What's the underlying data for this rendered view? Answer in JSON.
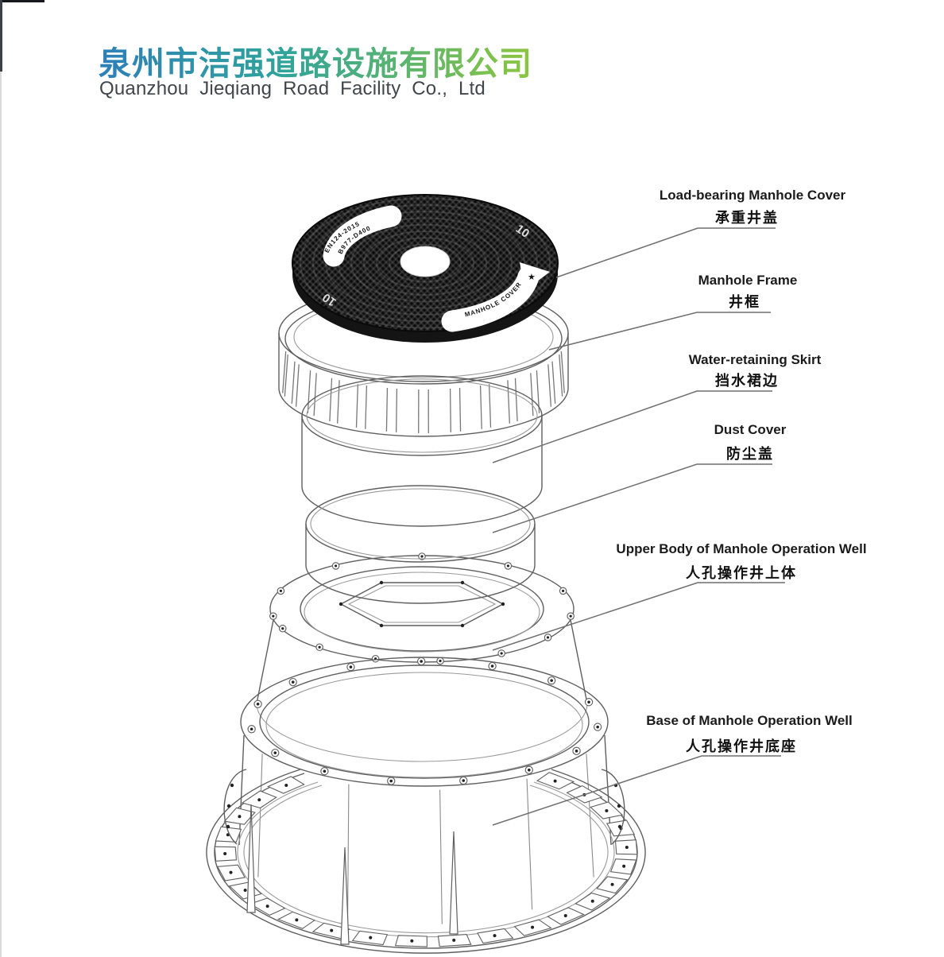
{
  "header": {
    "company_cn": "泉州市洁强道路设施有限公司",
    "company_en": "Quanzhou Jieqiang Road Facility Co., Ltd",
    "gradient": {
      "start": "#2E7FB8",
      "mid": "#2FA39B",
      "end": "#8CC63F"
    },
    "english_color": "#41464a"
  },
  "diagram": {
    "stroke_color": "#5f5f5f",
    "cover_markings": {
      "standard_text": "EN124-2015",
      "code_text": "B977-D400",
      "brand_text": "MANHOLE COVER",
      "star_mark": "★",
      "size_mark": "10"
    },
    "parts": [
      {
        "label_en": "Load-bearing Manhole Cover",
        "label_zh": "承重井盖"
      },
      {
        "label_en": "Manhole Frame",
        "label_zh": "井框"
      },
      {
        "label_en": "Water-retaining Skirt",
        "label_zh": "挡水裙边"
      },
      {
        "label_en": "Dust Cover",
        "label_zh": "防尘盖"
      },
      {
        "label_en": "Upper Body of Manhole Operation Well",
        "label_zh": "人孔操作井上体"
      },
      {
        "label_en": "Base of Manhole Operation Well",
        "label_zh": "人孔操作井底座"
      }
    ]
  }
}
